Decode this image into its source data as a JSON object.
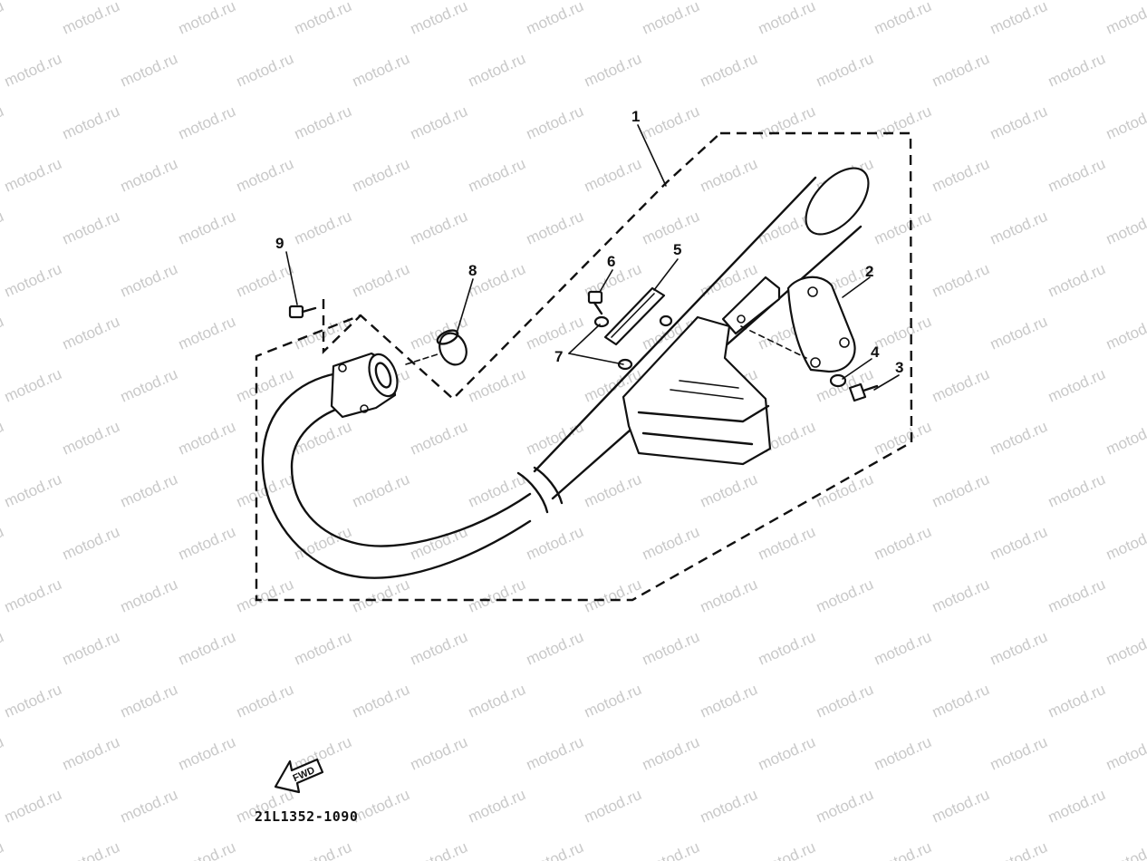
{
  "watermark": {
    "text": "motod.ru"
  },
  "drawing": {
    "part_code": "21L1352-1090",
    "fwd_label": "FWD",
    "callouts": {
      "c1": "1",
      "c2": "2",
      "c3": "3",
      "c4": "4",
      "c5": "5",
      "c6": "6",
      "c7": "7",
      "c8": "8",
      "c9": "9"
    }
  },
  "colors": {
    "ink": "#111111",
    "watermark": "#c9c9c9",
    "background": "#ffffff"
  }
}
